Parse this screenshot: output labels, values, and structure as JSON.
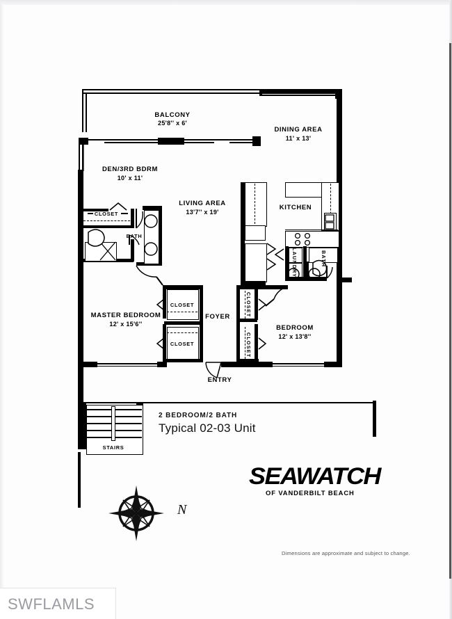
{
  "document": {
    "type": "floor-plan",
    "subtitle": "2 BEDROOM/2 BATH",
    "title": "Typical 02-03 Unit",
    "disclaimer": "Dimensions are approximate and subject to change.",
    "watermark": "SWFLAMLS"
  },
  "logo": {
    "brand": "SEAWATCH",
    "tagline": "OF VANDERBILT BEACH"
  },
  "compass": {
    "label": "N",
    "icon": "compass-rose-icon"
  },
  "rooms": [
    {
      "id": "balcony",
      "name": "BALCONY",
      "dimensions": "25'8'' x 6'"
    },
    {
      "id": "dining",
      "name": "DINING AREA",
      "dimensions": "11' x 13'"
    },
    {
      "id": "den",
      "name": "DEN/3RD BDRM",
      "dimensions": "10' x 11'"
    },
    {
      "id": "living",
      "name": "LIVING AREA",
      "dimensions": "13'7'' x 19'"
    },
    {
      "id": "kitchen",
      "name": "KITCHEN",
      "dimensions": ""
    },
    {
      "id": "master",
      "name": "MASTER BEDROOM",
      "dimensions": "12' x 15'6''"
    },
    {
      "id": "bedroom2",
      "name": "BEDROOM",
      "dimensions": "12' x 13'8''"
    },
    {
      "id": "foyer",
      "name": "FOYER",
      "dimensions": ""
    },
    {
      "id": "entry",
      "name": "ENTRY",
      "dimensions": ""
    },
    {
      "id": "stairs",
      "name": "STAIRS",
      "dimensions": ""
    }
  ],
  "fixtures": {
    "bath_master": "BATH",
    "bath_guest": "BATH",
    "laundry": "LAUNDRY",
    "closet_den": "CLOSET",
    "closet_master_upper": "CLOSET",
    "closet_master_lower": "CLOSET",
    "closet_foyer_upper": "CLOSET",
    "closet_foyer_lower": "CLOSET"
  },
  "colors": {
    "wall": "#000000",
    "paper": "#fdfdfd",
    "watermark_text": "#9b9ba1"
  }
}
